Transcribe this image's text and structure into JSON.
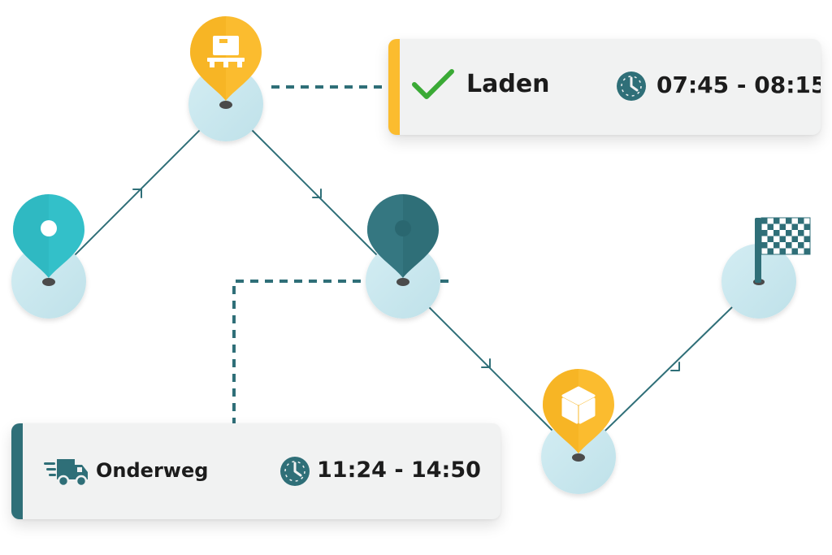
{
  "colors": {
    "yellow": "#fbbc2f",
    "teal_light": "#33c0c9",
    "teal_dark": "#2f6f78",
    "halo": "#c9e7ee",
    "route_line": "#2f6f78",
    "check_green": "#3aaa35",
    "card_bg": "#f1f2f2"
  },
  "stops": [
    {
      "id": "start",
      "icon": "location-pin-icon"
    },
    {
      "id": "loading",
      "icon": "pallet-box-icon"
    },
    {
      "id": "in-transit",
      "icon": "location-pin-icon"
    },
    {
      "id": "delivery",
      "icon": "package-box-icon"
    },
    {
      "id": "finish",
      "icon": "checkered-flag-icon"
    }
  ],
  "cards": {
    "laden": {
      "label": "Laden",
      "time": "07:45 - 08:15",
      "status_icon": "checkmark-icon",
      "time_icon": "clock-icon"
    },
    "onderweg": {
      "label": "Onderweg",
      "time": "11:24 - 14:50",
      "status_icon": "delivery-truck-icon",
      "time_icon": "clock-icon"
    }
  }
}
